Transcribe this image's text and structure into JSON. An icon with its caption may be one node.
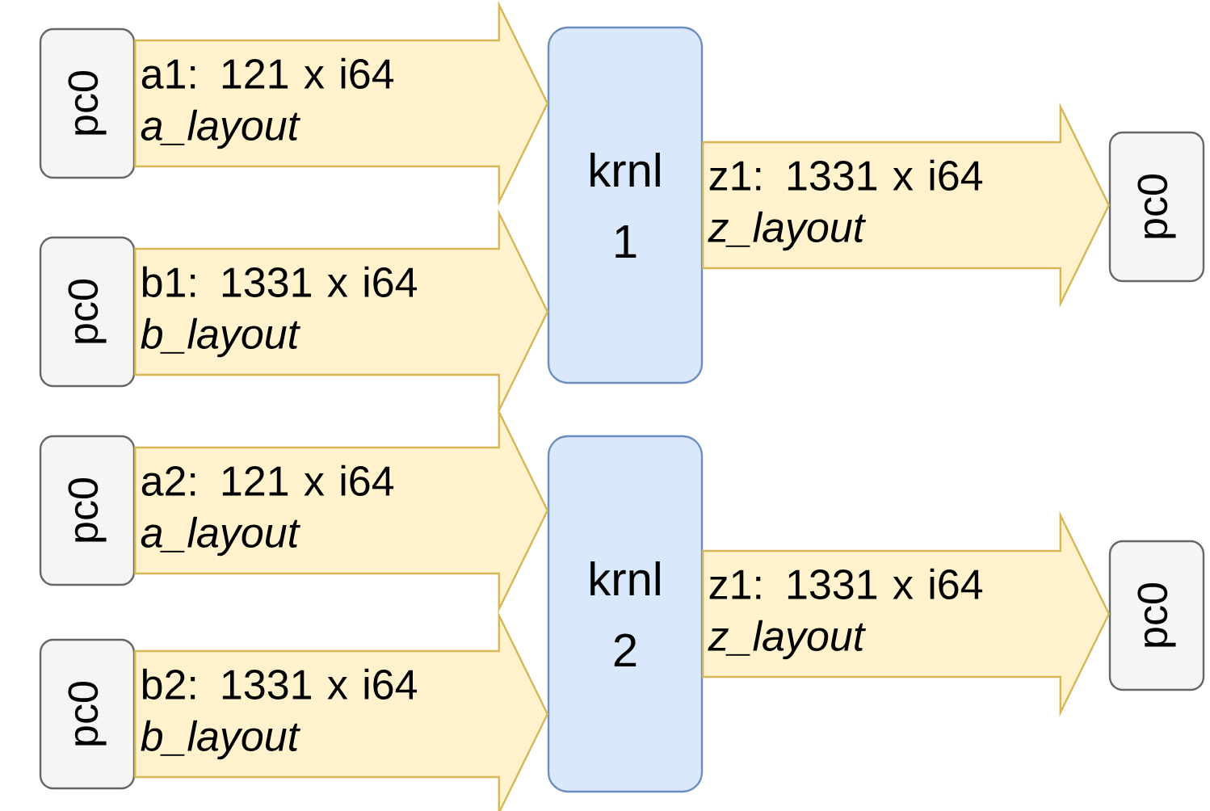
{
  "diagram": {
    "nodes": [
      {
        "text": [
          "pc0"
        ]
      },
      {
        "text": [
          "pc0"
        ]
      },
      {
        "text": [
          "krnl 1"
        ]
      },
      {
        "text": [
          "pc0"
        ]
      },
      {
        "text": [
          "pc0"
        ]
      },
      {
        "text": [
          "pc0"
        ]
      },
      {
        "text": [
          "krnl 2"
        ]
      },
      {
        "text": [
          "pc0"
        ]
      }
    ],
    "edges": [
      {
        "from": 0,
        "to": 2,
        "arrow": "to",
        "label": "a1: 121 x i64 *a_layout*"
      },
      {
        "from": 1,
        "to": 2,
        "arrow": "to",
        "label": "b1: 1331 x i64 *b_layout*"
      },
      {
        "from": 2,
        "to": 3,
        "arrow": "to",
        "label": "z1: 1331 x i64 *z_layout*"
      },
      {
        "from": 4,
        "to": 6,
        "arrow": "to",
        "label": "a2: 121 x i64 *a_layout*"
      },
      {
        "from": 5,
        "to": 6,
        "arrow": "to",
        "label": "b2: 1331 x i64 *b_layout*"
      },
      {
        "from": 6,
        "to": 7,
        "arrow": "to",
        "label": "z1: 1331 x i64 *z_layout*"
      }
    ]
  }
}
